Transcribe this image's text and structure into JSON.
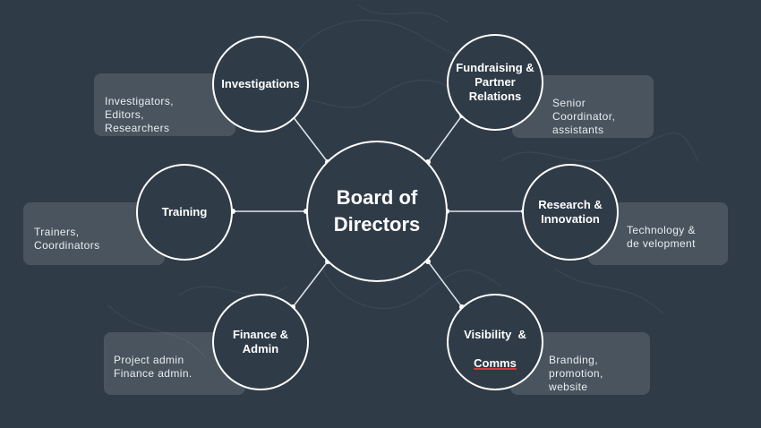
{
  "center": {
    "label": "Board of\nDirectors"
  },
  "nodes": [
    {
      "id": "investigations",
      "label": "Investigations",
      "description": "Investigators,\nEditors,\nResearchers"
    },
    {
      "id": "fundraising",
      "label": "Fundraising &\nPartner\nRelations",
      "description": "Senior\nCoordinator,\nassistants"
    },
    {
      "id": "training",
      "label": "Training",
      "description": "Trainers,\nCoordinators"
    },
    {
      "id": "research",
      "label": "Research &\nInnovation",
      "description": "Technology &\nde velopment"
    },
    {
      "id": "finance",
      "label": "Finance &\nAdmin",
      "description": "Project admin\nFinance admin."
    },
    {
      "id": "visibility",
      "label_line1": "Visibility  &",
      "label_line2": "Comms",
      "description": "Branding,\npromotion,\nwebsite"
    }
  ],
  "colors": {
    "background": "#2f3b47",
    "node_border": "#ffffff",
    "connector": "#dfe5ea",
    "description_box": "rgba(255,255,255,0.13)",
    "spellcheck_underline": "#d23a3a"
  }
}
